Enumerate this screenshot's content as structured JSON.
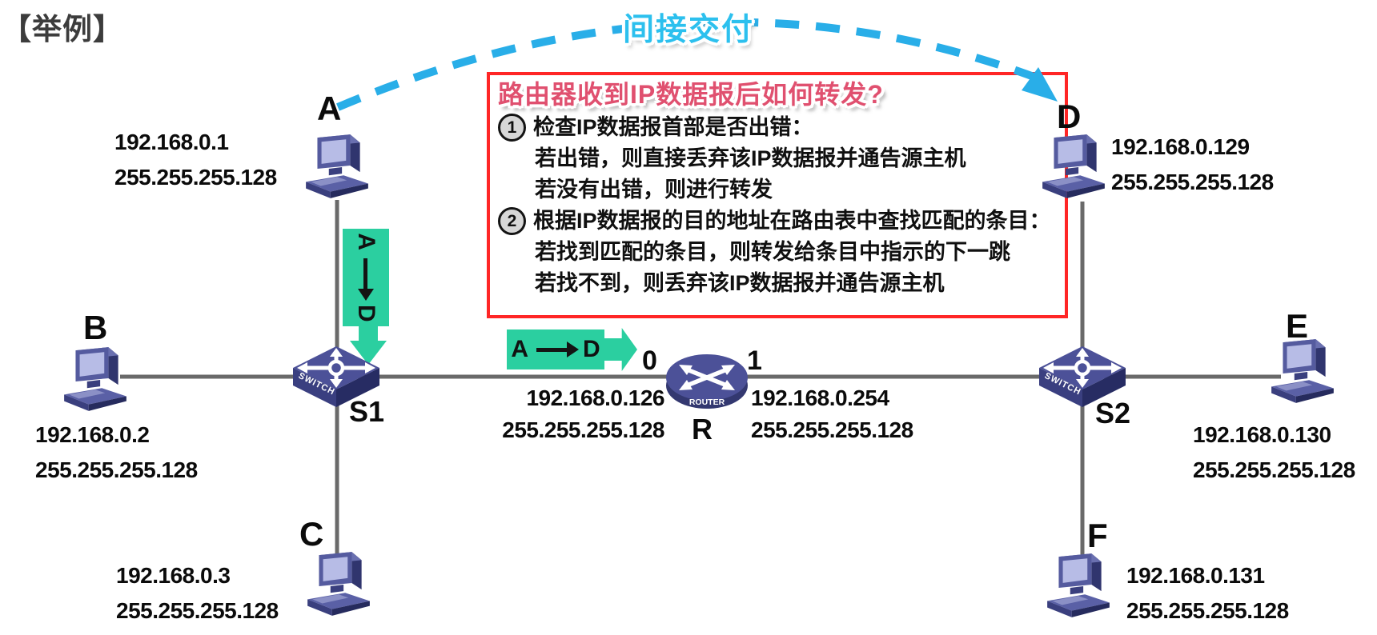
{
  "page": {
    "example_label": "【举例】"
  },
  "indirect_delivery": {
    "label": "间接交付"
  },
  "info_box": {
    "title": "路由器收到IP数据报后如何转发?",
    "steps": [
      {
        "num": "1",
        "text": "检查IP数据报首部是否出错："
      },
      {
        "num": "",
        "text": "若出错，则直接丢弃该IP数据报并通告源主机"
      },
      {
        "num": "",
        "text": "若没有出错，则进行转发"
      },
      {
        "num": "2",
        "text": "根据IP数据报的目的地址在路由表中查找匹配的条目："
      },
      {
        "num": "",
        "text": "若找到匹配的条目，则转发给条目中指示的下一跳"
      },
      {
        "num": "",
        "text": "若找不到，则丢弃该IP数据报并通告源主机"
      }
    ]
  },
  "hosts": [
    {
      "id": "A",
      "ip": "192.168.0.1",
      "mask": "255.255.255.128"
    },
    {
      "id": "B",
      "ip": "192.168.0.2",
      "mask": "255.255.255.128"
    },
    {
      "id": "C",
      "ip": "192.168.0.3",
      "mask": "255.255.255.128"
    },
    {
      "id": "D",
      "ip": "192.168.0.129",
      "mask": "255.255.255.128"
    },
    {
      "id": "E",
      "ip": "192.168.0.130",
      "mask": "255.255.255.128"
    },
    {
      "id": "F",
      "ip": "192.168.0.131",
      "mask": "255.255.255.128"
    }
  ],
  "switches": [
    {
      "id": "S1"
    },
    {
      "id": "S2"
    }
  ],
  "router": {
    "id": "R",
    "port0": "0",
    "port0_ip": "192.168.0.126",
    "port0_mask": "255.255.255.128",
    "port1": "1",
    "port1_ip": "192.168.0.254",
    "port1_mask": "255.255.255.128"
  },
  "packet": {
    "src": "A",
    "dst": "D"
  },
  "icons": {
    "switch_label": "SWITCH",
    "router_label": "ROUTER"
  },
  "colors": {
    "accent_green": "#2bcfa0",
    "accent_cyan": "#29aee8",
    "box_border_red": "#ff2626",
    "title_pink": "#e0506f",
    "device_purple": "#4c5198",
    "line_gray": "#6a6a6a"
  }
}
